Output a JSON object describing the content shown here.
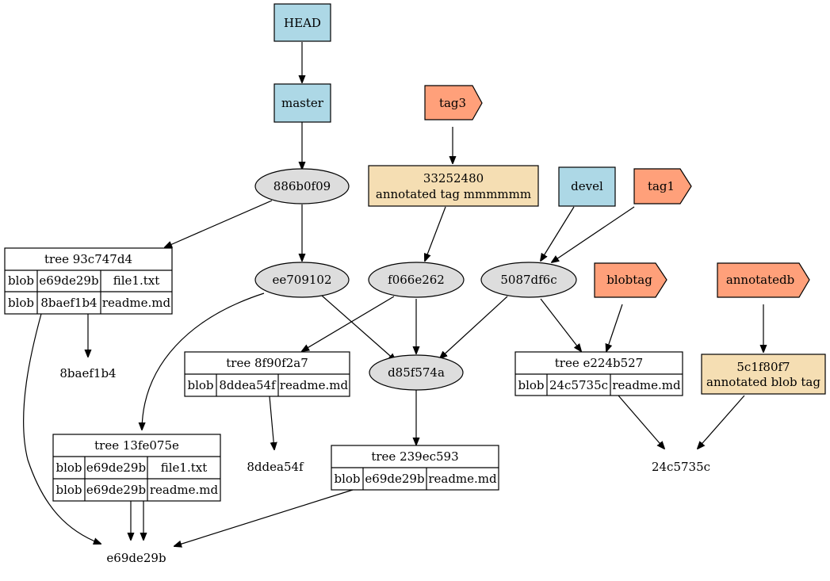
{
  "colors": {
    "ref_fill": "#add8e6",
    "tag_fill": "#ffa07a",
    "annotated_fill": "#f5deb3",
    "commit_fill": "#dddddd",
    "line": "#000000"
  },
  "refs": {
    "head": "HEAD",
    "master": "master",
    "devel": "devel"
  },
  "tags": {
    "tag3": "tag3",
    "tag1": "tag1",
    "blobtag": "blobtag",
    "annotatedb": "annotatedb"
  },
  "annotated_tags": [
    {
      "hash": "33252480",
      "label": "annotated tag mmmmmm"
    },
    {
      "hash": "5c1f80f7",
      "label": "annotated blob tag"
    }
  ],
  "commits": {
    "c1": "886b0f09",
    "c2": "ee709102",
    "c3": "f066e262",
    "c4": "5087df6c",
    "c5": "d85f574a"
  },
  "trees": {
    "t93c": {
      "title": "tree 93c747d4",
      "rows": [
        {
          "type": "blob",
          "hash": "e69de29b",
          "name": "file1.txt"
        },
        {
          "type": "blob",
          "hash": "8baef1b4",
          "name": "readme.md"
        }
      ]
    },
    "t8f9": {
      "title": "tree 8f90f2a7",
      "rows": [
        {
          "type": "blob",
          "hash": "8ddea54f",
          "name": "readme.md"
        }
      ]
    },
    "te22": {
      "title": "tree e224b527",
      "rows": [
        {
          "type": "blob",
          "hash": "24c5735c",
          "name": "readme.md"
        }
      ]
    },
    "t13f": {
      "title": "tree 13fe075e",
      "rows": [
        {
          "type": "blob",
          "hash": "e69de29b",
          "name": "file1.txt"
        },
        {
          "type": "blob",
          "hash": "e69de29b",
          "name": "readme.md"
        }
      ]
    },
    "t239": {
      "title": "tree 239ec593",
      "rows": [
        {
          "type": "blob",
          "hash": "e69de29b",
          "name": "readme.md"
        }
      ]
    }
  },
  "blobs": {
    "b8baef": "8baef1b4",
    "b8ddea": "8ddea54f",
    "b24c57": "24c5735c",
    "be69de": "e69de29b"
  }
}
